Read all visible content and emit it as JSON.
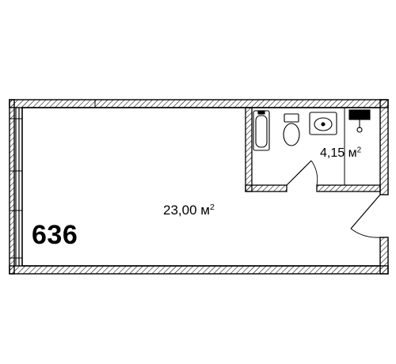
{
  "plan": {
    "unit_number": "636",
    "rooms": [
      {
        "id": "main-room",
        "area": "23,00",
        "unit": "м",
        "unit_power": "2"
      },
      {
        "id": "bathroom",
        "area": "4,15",
        "unit": "м",
        "unit_power": "2"
      }
    ],
    "colors": {
      "wall_line": "#000000",
      "hatch": "#000000",
      "background": "#ffffff"
    },
    "fixtures": [
      "bathtub-icon",
      "toilet-icon",
      "sink-icon",
      "shower-icon"
    ]
  }
}
